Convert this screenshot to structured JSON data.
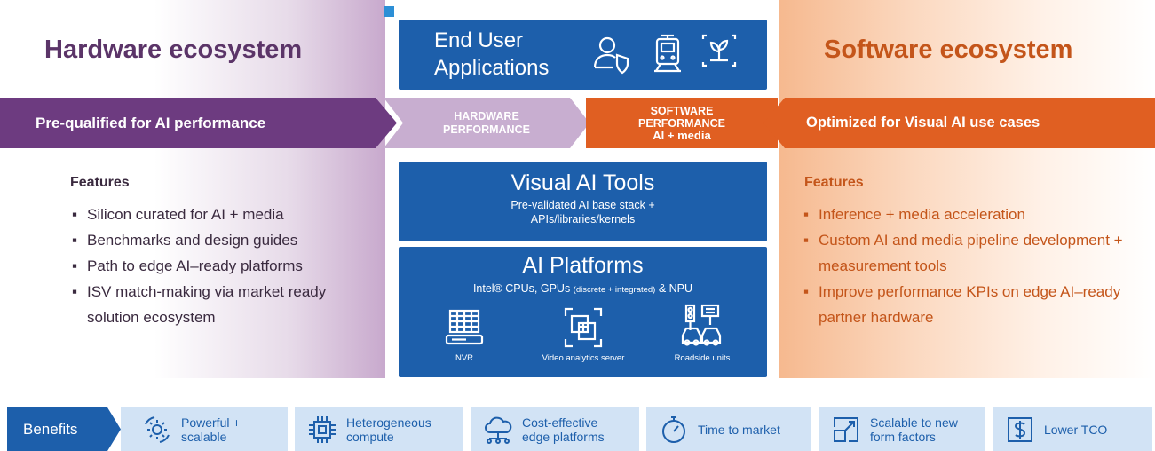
{
  "hardware": {
    "title": "Hardware ecosystem",
    "banner": "Pre-qualified for AI performance",
    "features_heading": "Features",
    "features": [
      "Silicon curated for AI + media",
      "Benchmarks and design guides",
      "Path to edge AI–ready platforms",
      "ISV match-making via market ready solution ecosystem"
    ]
  },
  "software": {
    "title": "Software ecosystem",
    "banner": "Optimized for Visual AI use cases",
    "features_heading": "Features",
    "features": [
      "Inference + media acceleration",
      "Custom AI and media pipeline development + measurement tools",
      "Improve performance KPIs on edge AI–ready partner hardware"
    ]
  },
  "end_user": {
    "line1": "End User",
    "line2": "Applications",
    "icons": [
      "user-shield-icon",
      "train-icon",
      "plant-frame-icon"
    ]
  },
  "hardware_performance": {
    "line1": "HARDWARE",
    "line2": "PERFORMANCE"
  },
  "software_performance": {
    "line1": "SOFTWARE",
    "line2": "PERFORMANCE",
    "line3": "AI + media"
  },
  "visual_ai_tools": {
    "title": "Visual AI Tools",
    "line1": "Pre-validated AI base stack +",
    "line2": "APIs/libraries/kernels"
  },
  "ai_platforms": {
    "title": "AI Platforms",
    "subtitle_main": "Intel® CPUs, GPUs ",
    "subtitle_small": "(discrete + integrated)",
    "subtitle_end": " & NPU",
    "items": [
      {
        "label": "NVR",
        "icon": "nvr-icon"
      },
      {
        "label": "Video analytics server",
        "icon": "video-analytics-server-icon"
      },
      {
        "label": "Roadside units",
        "icon": "roadside-units-icon"
      }
    ]
  },
  "benefits": {
    "label": "Benefits",
    "items": [
      {
        "line1": "Powerful +",
        "line2": "scalable",
        "icon": "gear-arrows-icon"
      },
      {
        "line1": "Heterogeneous",
        "line2": "compute",
        "icon": "chip-icon"
      },
      {
        "line1": "Cost-effective",
        "line2": "edge platforms",
        "icon": "cloud-network-icon"
      },
      {
        "line1": "Time to market",
        "line2": "",
        "icon": "stopwatch-icon"
      },
      {
        "line1": "Scalable to new",
        "line2": "form factors",
        "icon": "resize-icon"
      },
      {
        "line1": "Lower TCO",
        "line2": "",
        "icon": "dollar-icon"
      }
    ]
  },
  "colors": {
    "brand_blue": "#1d5fab",
    "hardware_purple": "#6d3b80",
    "software_orange": "#e05f22",
    "benefit_bg": "#d2e3f5"
  }
}
